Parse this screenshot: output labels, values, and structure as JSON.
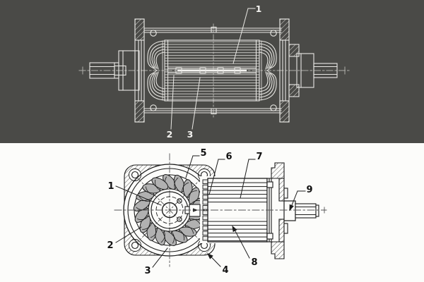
{
  "diagram": {
    "style": {
      "top_background": "#4a4a47",
      "top_line_color": "#e9e8e4",
      "top_dim_line_color": "#aeada9",
      "top_label_color": "#f4f3f0",
      "bottom_background": "#fcfcfa",
      "bottom_line_color": "#1c1c1c",
      "bottom_label_color": "#111111",
      "blade_fill": "#b1b1b1",
      "scallop_fill": "#ececea"
    },
    "top_panel": {
      "callouts": [
        {
          "label": "1"
        },
        {
          "label": "2"
        },
        {
          "label": "3"
        }
      ]
    },
    "bottom_panel": {
      "callouts": [
        {
          "label": "1"
        },
        {
          "label": "2"
        },
        {
          "label": "3"
        },
        {
          "label": "4"
        },
        {
          "label": "5"
        },
        {
          "label": "6"
        },
        {
          "label": "7"
        },
        {
          "label": "8"
        },
        {
          "label": "9"
        }
      ]
    }
  }
}
